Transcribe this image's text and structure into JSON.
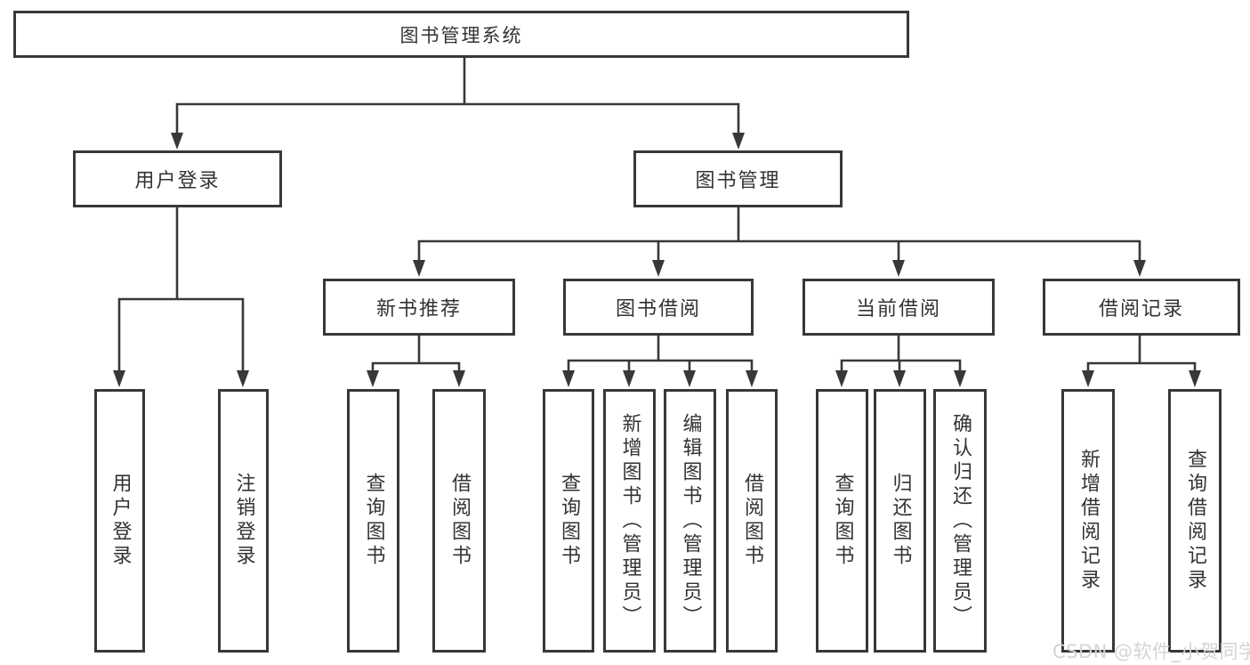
{
  "diagram_title": "图书管理系统",
  "colors": {
    "line": "#383838",
    "box_border": "#383838",
    "text": "#333333",
    "background": "#ffffff",
    "watermark": "#d4d4d4"
  },
  "tree": {
    "label": "图书管理系统",
    "children": [
      {
        "label": "用户登录",
        "children": [
          {
            "label": "用户登录"
          },
          {
            "label": "注销登录"
          }
        ]
      },
      {
        "label": "图书管理",
        "children": [
          {
            "label": "新书推荐",
            "children": [
              {
                "label": "查询图书"
              },
              {
                "label": "借阅图书"
              }
            ]
          },
          {
            "label": "图书借阅",
            "children": [
              {
                "label": "查询图书"
              },
              {
                "label": "新增图书（管理员）"
              },
              {
                "label": "编辑图书（管理员）"
              },
              {
                "label": "借阅图书"
              }
            ]
          },
          {
            "label": "当前借阅",
            "children": [
              {
                "label": "查询图书"
              },
              {
                "label": "归还图书"
              },
              {
                "label": "确认归还（管理员）"
              }
            ]
          },
          {
            "label": "借阅记录",
            "children": [
              {
                "label": "新增借阅记录"
              },
              {
                "label": "查询借阅记录"
              }
            ]
          }
        ]
      }
    ]
  },
  "watermark": {
    "text": "CSDN @软件_小贺同学"
  }
}
